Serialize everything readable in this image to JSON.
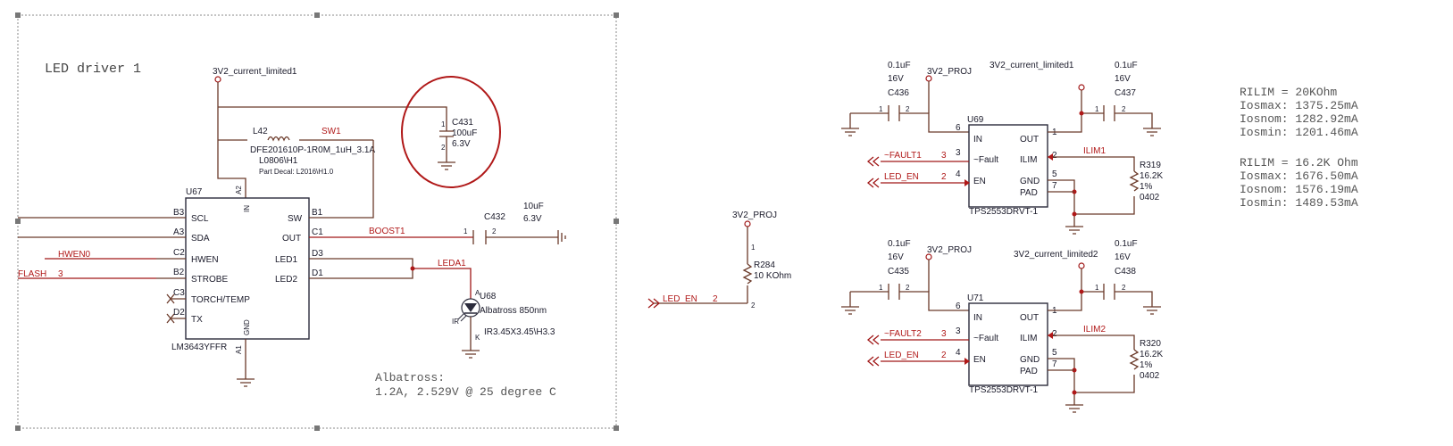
{
  "led_driver": {
    "title": "LED driver 1",
    "power_net": "3V2_current_limited1",
    "inductor": {
      "ref": "L42",
      "part": "DFE201610P-1R0M_1uH_3.1A",
      "footprint": "L0806\\H1",
      "decal": "Part Decal: L2016\\H1.0",
      "net": "SW1"
    },
    "cap_c431": {
      "ref": "C431",
      "value": "100uF",
      "voltage": "6.3V",
      "pin1": "1",
      "pin2": "2"
    },
    "ic": {
      "ref": "U67",
      "part": "LM3643YFFR",
      "pins_left": [
        {
          "num": "B3",
          "name": "SCL",
          "net": ""
        },
        {
          "num": "A3",
          "name": "SDA",
          "net": ""
        },
        {
          "num": "C2",
          "name": "HWEN",
          "net": "HWEN0"
        },
        {
          "num": "B2",
          "name": "STROBE",
          "net": "FLASH",
          "sheet": "3"
        },
        {
          "num": "C3",
          "name": "TORCH/TEMP",
          "net": ""
        },
        {
          "num": "D2",
          "name": "TX",
          "net": ""
        }
      ],
      "pins_right": [
        {
          "num": "B1",
          "name": "SW"
        },
        {
          "num": "C1",
          "name": "OUT"
        },
        {
          "num": "D3",
          "name": "LED1"
        },
        {
          "num": "D1",
          "name": "LED2"
        }
      ],
      "pin_in": {
        "num": "A2",
        "name": "IN"
      },
      "pin_gnd": {
        "num": "A1",
        "name": "GND"
      }
    },
    "boost_net": "BOOST1",
    "cap_c432": {
      "ref": "C432",
      "value": "10uF",
      "voltage": "6.3V",
      "pin1": "1",
      "pin2": "2"
    },
    "led_net": "LEDA1",
    "led": {
      "ref": "U68",
      "part": "Albatross 850nm",
      "footprint": "IR3.45X3.45\\H3.3",
      "pin_a": "A",
      "pin_k": "K",
      "sym": "IR"
    },
    "note_line1": "Albatross:",
    "note_line2": "1.2A, 2.529V @ 25 degree C"
  },
  "pullup": {
    "power_net": "3V2_PROJ",
    "ref": "R284",
    "value": "10 KOhm",
    "pin1": "1",
    "pin2": "2",
    "net": "LED_EN",
    "sheet": "2"
  },
  "switch1": {
    "cap_left": {
      "ref": "C436",
      "value": "0.1uF",
      "voltage": "16V",
      "pin1": "1",
      "pin2": "2"
    },
    "cap_right": {
      "ref": "C437",
      "value": "0.1uF",
      "voltage": "16V",
      "pin1": "1",
      "pin2": "2"
    },
    "in_net": "3V2_PROJ",
    "out_net": "3V2_current_limited1",
    "ic_ref": "U69",
    "ic_part": "TPS2553DRVT-1",
    "pins": {
      "in": "IN",
      "in_num": "6",
      "fault": "~Fault",
      "fault_num": "3",
      "en": "EN",
      "en_num": "4",
      "out": "OUT",
      "out_num": "1",
      "ilim": "ILIM",
      "ilim_num": "2",
      "gnd": "GND",
      "gnd_num": "5",
      "pad": "PAD",
      "pad_num": "7"
    },
    "fault_net": "~FAULT1",
    "fault_sheet": "3",
    "en_net": "LED_EN",
    "en_sheet": "2",
    "ilim_net": "ILIM1",
    "res": {
      "ref": "R319",
      "value": "16.2K",
      "tol": "1%",
      "pkg": "0402"
    }
  },
  "switch2": {
    "cap_left": {
      "ref": "C435",
      "value": "0.1uF",
      "voltage": "16V",
      "pin1": "1",
      "pin2": "2"
    },
    "cap_right": {
      "ref": "C438",
      "value": "0.1uF",
      "voltage": "16V",
      "pin1": "1",
      "pin2": "2"
    },
    "in_net": "3V2_PROJ",
    "out_net": "3V2_current_limited2",
    "ic_ref": "U71",
    "ic_part": "TPS2553DRVT-1",
    "pins": {
      "in": "IN",
      "in_num": "6",
      "fault": "~Fault",
      "fault_num": "3",
      "en": "EN",
      "en_num": "4",
      "out": "OUT",
      "out_num": "1",
      "ilim": "ILIM",
      "ilim_num": "2",
      "gnd": "GND",
      "gnd_num": "5",
      "pad": "PAD",
      "pad_num": "7"
    },
    "fault_net": "~FAULT2",
    "fault_sheet": "3",
    "en_net": "LED_EN",
    "en_sheet": "2",
    "ilim_net": "ILIM2",
    "res": {
      "ref": "R320",
      "value": "16.2K",
      "tol": "1%",
      "pkg": "0402"
    }
  },
  "calc": {
    "a1": "RILIM = 20KOhm",
    "a2": "Iosmax: 1375.25mA",
    "a3": "Iosnom: 1282.92mA",
    "a4": "Iosmin: 1201.46mA",
    "b1": "RILIM = 16.2K Ohm",
    "b2": "Iosmax: 1676.50mA",
    "b3": "Iosnom: 1576.19mA",
    "b4": "Iosmin: 1489.53mA"
  }
}
